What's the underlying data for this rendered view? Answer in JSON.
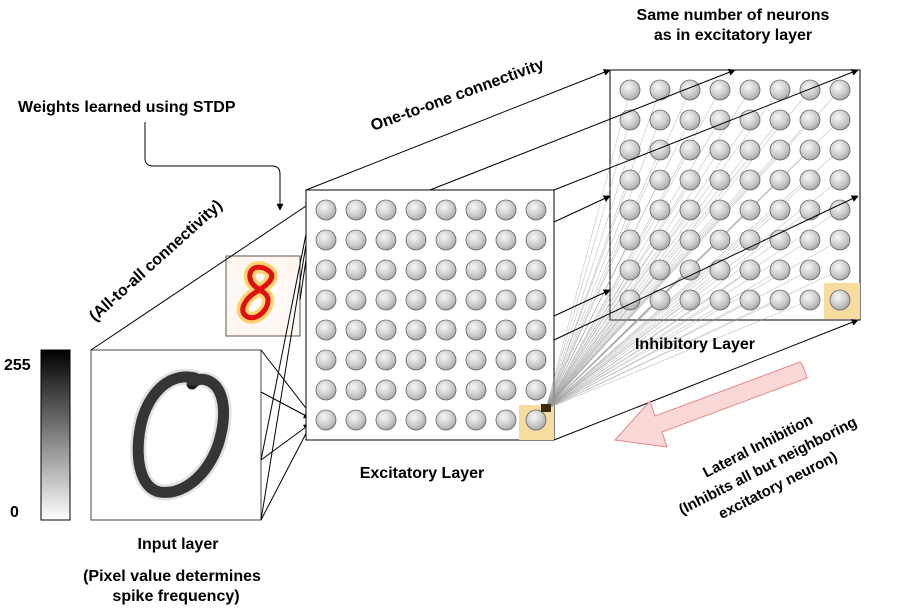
{
  "labels": {
    "weights": "Weights learned using STDP",
    "one_to_one": "One-to-one connectivity",
    "same_number_1": "Same number of neurons",
    "same_number_2": "as in excitatory layer",
    "all_to_all": "(All-to-all connectivity)",
    "input_layer": "Input layer",
    "pixel_1": "(Pixel value determines",
    "pixel_2": "spike frequency)",
    "excitatory": "Excitatory Layer",
    "inhibitory": "Inhibitory Layer",
    "lateral_1": "Lateral Inhibition",
    "lateral_2": "(Inhibits all but neighboring",
    "lateral_3": "excitatory neuron)"
  },
  "colorbar": {
    "max_label": "255",
    "min_label": "0"
  },
  "colors": {
    "input_label": "#33dd88",
    "excitatory_label": "#3a95e0",
    "inhibitory_label": "#e02020",
    "highlight": "#f7dca0",
    "arrow_fill": "#fbd8d8",
    "arrow_stroke": "#e88888"
  },
  "grid": {
    "rows": 8,
    "cols": 8
  }
}
